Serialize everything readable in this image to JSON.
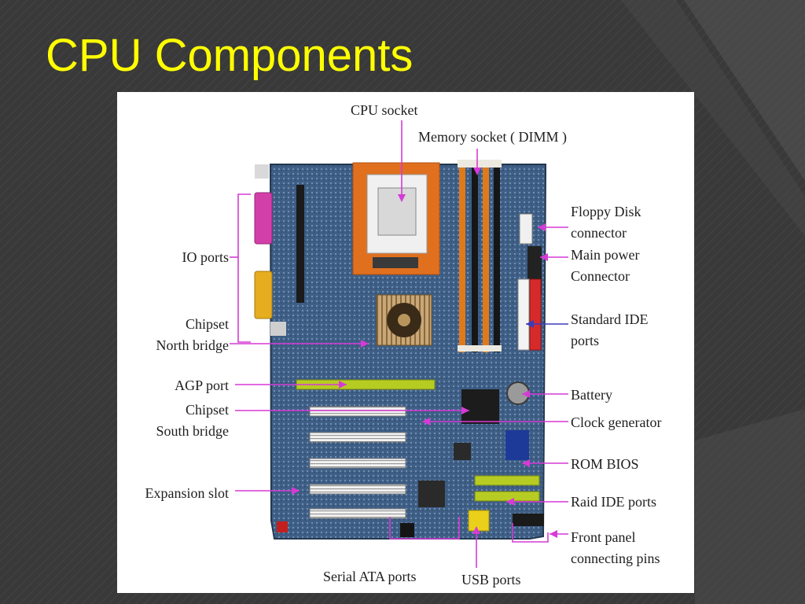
{
  "slide": {
    "title": "CPU Components"
  },
  "diagram": {
    "labels": {
      "cpu_socket": "CPU socket",
      "memory_socket": "Memory socket ( DIMM )",
      "floppy_1": "Floppy Disk",
      "floppy_2": "connector",
      "power_1": "Main power",
      "power_2": "Connector",
      "ide_1": "Standard IDE",
      "ide_2": "ports",
      "battery": "Battery",
      "clock": "Clock generator",
      "rom": "ROM BIOS",
      "raid": "Raid IDE ports",
      "front_1": "Front panel",
      "front_2": "connecting pins",
      "io": "IO ports",
      "north_1": "Chipset",
      "north_2": "North bridge",
      "agp": "AGP port",
      "south_1": "Chipset",
      "south_2": "South bridge",
      "expansion": "Expansion slot",
      "sata": "Serial ATA ports",
      "usb": "USB ports"
    },
    "colors": {
      "leader_line": "#d63ad6",
      "arrow_blue": "#3b3bbd",
      "title": "#ffff00"
    }
  }
}
